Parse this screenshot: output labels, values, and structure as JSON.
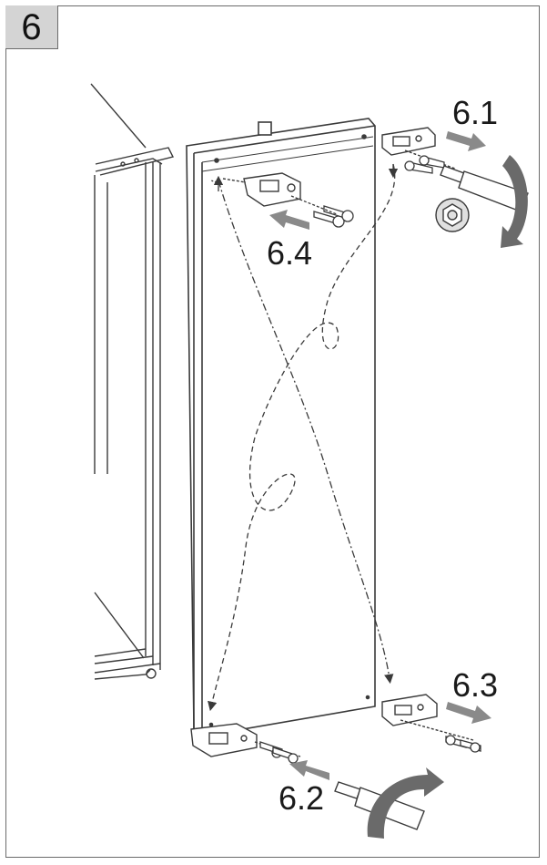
{
  "step": {
    "number": "6"
  },
  "substeps": {
    "s61": "6.1",
    "s62": "6.2",
    "s63": "6.3",
    "s64": "6.4"
  },
  "colors": {
    "line": "#3a3a3a",
    "arrow_gray": "#8a8a8a",
    "dark_arrow": "#4a4a4a",
    "panel_fill": "#ffffff",
    "frame": "#6b6b6b",
    "step_bg": "#d4d4d4"
  },
  "icons": {
    "top_right_hinge": "hinge-icon",
    "bottom_right_hinge": "hinge-icon",
    "top_left_hinge": "hinge-icon",
    "bottom_left_hinge": "hinge-icon",
    "screwdriver_top": "screwdriver-icon",
    "screwdriver_bottom": "screwdriver-icon",
    "nut": "hex-nut-icon",
    "rotate_top": "rotate-arrow-icon",
    "rotate_bottom": "rotate-arrow-icon"
  }
}
